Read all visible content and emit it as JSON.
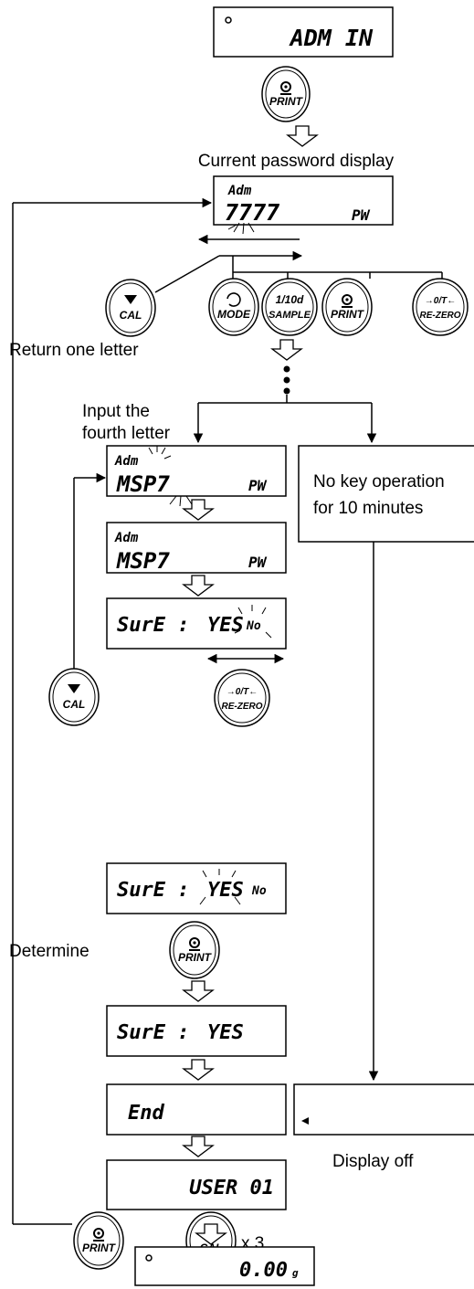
{
  "displays": {
    "admin_mode": "ADM IN",
    "current_password_sub": "Adm",
    "current_password": "7777",
    "pw_indicator": "PW",
    "input_sub": "Adm",
    "input_password": "MSP7",
    "confirm_sub": "Adm",
    "confirm_password": "MSP7",
    "sure_prefix": "SurE :",
    "sure_yes": "YES",
    "sure_no": "No",
    "end_text": "End",
    "user_text": "USER 01",
    "weight_value": "0.00",
    "weight_unit": "g"
  },
  "keys": {
    "print": "PRINT",
    "cal": "CAL",
    "mode": "MODE",
    "sample_top": "1/10d",
    "sample": "SAMPLE",
    "rezero_top": "→0/T←",
    "rezero": "RE-ZERO"
  },
  "labels": {
    "current_password_display": "Current password display",
    "return_one_letter": "Return one letter",
    "input_fourth_line1": "Input the",
    "input_fourth_line2": "fourth letter",
    "no_key_line1": "No key operation",
    "no_key_line2": "for 10 minutes",
    "determine": "Determine",
    "display_off": "Display off",
    "times_three": "x 3"
  }
}
